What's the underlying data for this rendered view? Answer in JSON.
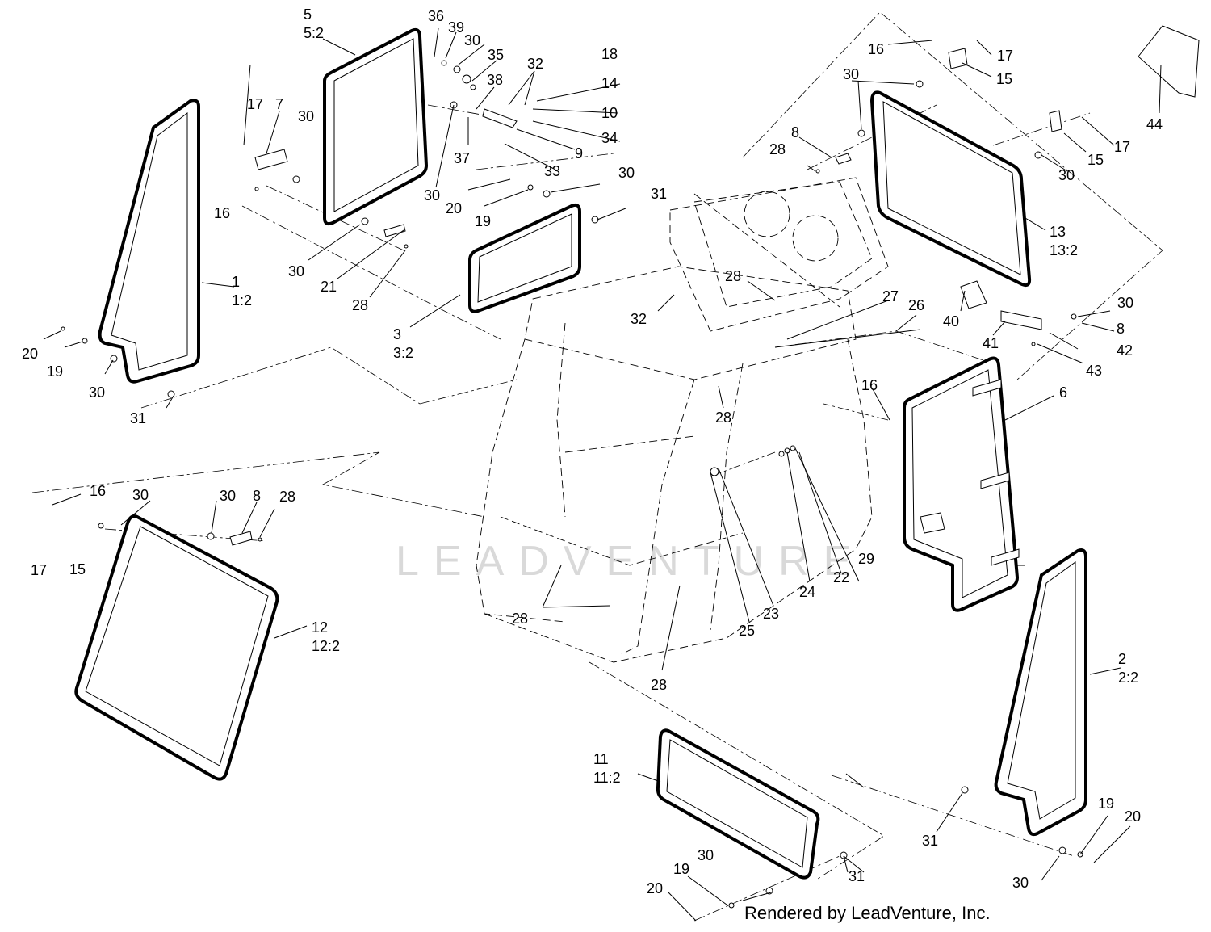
{
  "diagram": {
    "watermark": "LEADVENTURE",
    "credit": "Rendered by LeadVenture, Inc.",
    "callouts": [
      {
        "id": "c1a",
        "text": "1"
      },
      {
        "id": "c1b",
        "text": "1:2"
      },
      {
        "id": "c2a",
        "text": "2"
      },
      {
        "id": "c2b",
        "text": "2:2"
      },
      {
        "id": "c3a",
        "text": "3"
      },
      {
        "id": "c3b",
        "text": "3:2"
      },
      {
        "id": "c5a",
        "text": "5"
      },
      {
        "id": "c5b",
        "text": "5:2"
      },
      {
        "id": "c6",
        "text": "6"
      },
      {
        "id": "c7",
        "text": "7"
      },
      {
        "id": "c8a",
        "text": "8"
      },
      {
        "id": "c8b",
        "text": "8"
      },
      {
        "id": "c8c",
        "text": "8"
      },
      {
        "id": "c9",
        "text": "9"
      },
      {
        "id": "c10",
        "text": "10"
      },
      {
        "id": "c11a",
        "text": "11"
      },
      {
        "id": "c11b",
        "text": "11:2"
      },
      {
        "id": "c12a",
        "text": "12"
      },
      {
        "id": "c12b",
        "text": "12:2"
      },
      {
        "id": "c13a",
        "text": "13"
      },
      {
        "id": "c13b",
        "text": "13:2"
      },
      {
        "id": "c14",
        "text": "14"
      },
      {
        "id": "c15a",
        "text": "15"
      },
      {
        "id": "c15b",
        "text": "15"
      },
      {
        "id": "c15c",
        "text": "15"
      },
      {
        "id": "c16a",
        "text": "16"
      },
      {
        "id": "c16b",
        "text": "16"
      },
      {
        "id": "c16c",
        "text": "16"
      },
      {
        "id": "c16d",
        "text": "16"
      },
      {
        "id": "c17a",
        "text": "17"
      },
      {
        "id": "c17b",
        "text": "17"
      },
      {
        "id": "c17c",
        "text": "17"
      },
      {
        "id": "c17d",
        "text": "17"
      },
      {
        "id": "c18",
        "text": "18"
      },
      {
        "id": "c19a",
        "text": "19"
      },
      {
        "id": "c19b",
        "text": "19"
      },
      {
        "id": "c19c",
        "text": "19"
      },
      {
        "id": "c19d",
        "text": "19"
      },
      {
        "id": "c20a",
        "text": "20"
      },
      {
        "id": "c20b",
        "text": "20"
      },
      {
        "id": "c20c",
        "text": "20"
      },
      {
        "id": "c20d",
        "text": "20"
      },
      {
        "id": "c21",
        "text": "21"
      },
      {
        "id": "c22",
        "text": "22"
      },
      {
        "id": "c23",
        "text": "23"
      },
      {
        "id": "c24",
        "text": "24"
      },
      {
        "id": "c25",
        "text": "25"
      },
      {
        "id": "c26",
        "text": "26"
      },
      {
        "id": "c27",
        "text": "27"
      },
      {
        "id": "c28a",
        "text": "28"
      },
      {
        "id": "c28b",
        "text": "28"
      },
      {
        "id": "c28c",
        "text": "28"
      },
      {
        "id": "c28d",
        "text": "28"
      },
      {
        "id": "c28e",
        "text": "28"
      },
      {
        "id": "c28f",
        "text": "28"
      },
      {
        "id": "c28g",
        "text": "28"
      },
      {
        "id": "c29",
        "text": "29"
      },
      {
        "id": "c30a",
        "text": "30"
      },
      {
        "id": "c30b",
        "text": "30"
      },
      {
        "id": "c30c",
        "text": "30"
      },
      {
        "id": "c30d",
        "text": "30"
      },
      {
        "id": "c30e",
        "text": "30"
      },
      {
        "id": "c30f",
        "text": "30"
      },
      {
        "id": "c30g",
        "text": "30"
      },
      {
        "id": "c30h",
        "text": "30"
      },
      {
        "id": "c30i",
        "text": "30"
      },
      {
        "id": "c30j",
        "text": "30"
      },
      {
        "id": "c30k",
        "text": "30"
      },
      {
        "id": "c30l",
        "text": "30"
      },
      {
        "id": "c30m",
        "text": "30"
      },
      {
        "id": "c31a",
        "text": "31"
      },
      {
        "id": "c31b",
        "text": "31"
      },
      {
        "id": "c31c",
        "text": "31"
      },
      {
        "id": "c31d",
        "text": "31"
      },
      {
        "id": "c32a",
        "text": "32"
      },
      {
        "id": "c32b",
        "text": "32"
      },
      {
        "id": "c33",
        "text": "33"
      },
      {
        "id": "c34",
        "text": "34"
      },
      {
        "id": "c35",
        "text": "35"
      },
      {
        "id": "c36",
        "text": "36"
      },
      {
        "id": "c37",
        "text": "37"
      },
      {
        "id": "c38",
        "text": "38"
      },
      {
        "id": "c39",
        "text": "39"
      },
      {
        "id": "c40",
        "text": "40"
      },
      {
        "id": "c41",
        "text": "41"
      },
      {
        "id": "c42",
        "text": "42"
      },
      {
        "id": "c43",
        "text": "43"
      },
      {
        "id": "c44",
        "text": "44"
      }
    ]
  }
}
